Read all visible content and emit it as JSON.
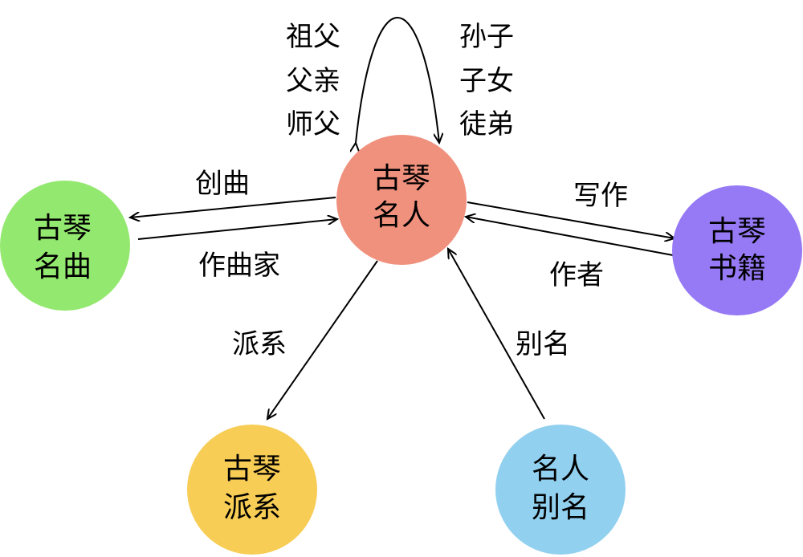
{
  "nodes": {
    "center": {
      "line1": "古琴",
      "line2": "名人",
      "color": "#f0917e"
    },
    "music": {
      "line1": "古琴",
      "line2": "名曲",
      "color": "#93e86f"
    },
    "books": {
      "line1": "古琴",
      "line2": "书籍",
      "color": "#9679f5"
    },
    "school": {
      "line1": "古琴",
      "line2": "派系",
      "color": "#f7cd55"
    },
    "alias": {
      "line1": "名人",
      "line2": "别名",
      "color": "#92d0f0"
    }
  },
  "edges": {
    "self_in": [
      "祖父",
      "父亲",
      "师父"
    ],
    "self_out": [
      "孙子",
      "子女",
      "徒弟"
    ],
    "compose": "创曲",
    "composer": "作曲家",
    "write": "写作",
    "author": "作者",
    "school": "派系",
    "alias": "别名"
  }
}
